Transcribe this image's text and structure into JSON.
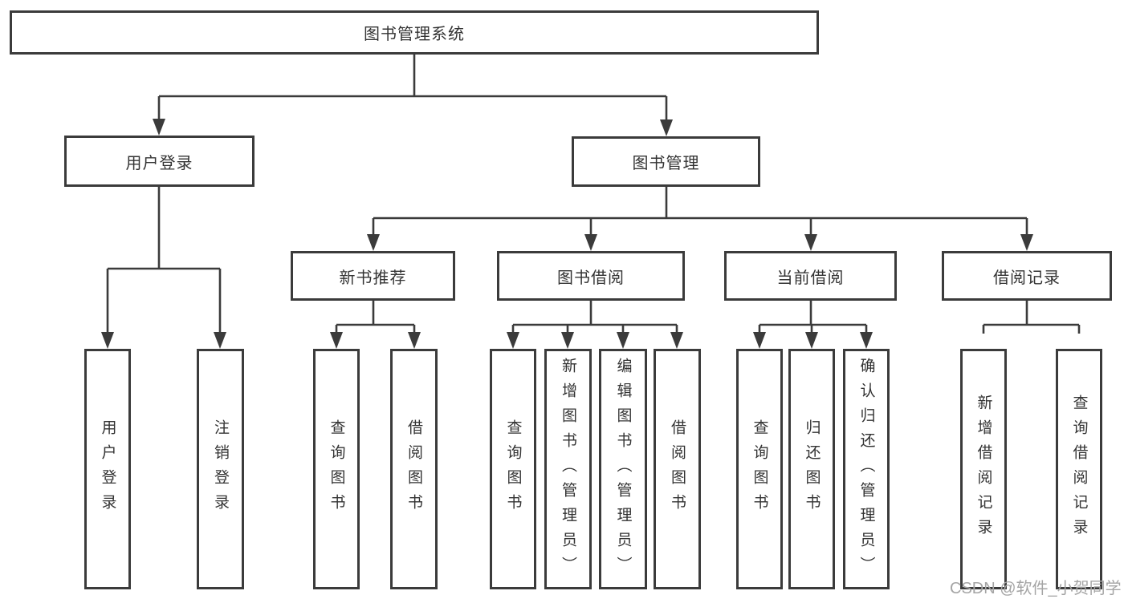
{
  "diagram": {
    "title": "图书管理系统",
    "watermark": "CSDN @软件_小贺同学",
    "colors": {
      "border": "#3b3b3b",
      "line": "#3b3b3b",
      "text": "#333333",
      "watermark": "#a5a5a5",
      "background": "#ffffff"
    },
    "nodes": {
      "root": {
        "label": "图书管理系统"
      },
      "user_login": {
        "label": "用户登录"
      },
      "book_mgmt": {
        "label": "图书管理"
      },
      "user_login_action": {
        "label": "用户登录"
      },
      "logout_action": {
        "label": "注销登录"
      },
      "new_book_rec": {
        "label": "新书推荐"
      },
      "book_borrow": {
        "label": "图书借阅"
      },
      "current_borrow": {
        "label": "当前借阅"
      },
      "borrow_records": {
        "label": "借阅记录"
      },
      "rec_query_book": {
        "label": "查询图书"
      },
      "rec_borrow_book": {
        "label": "借阅图书"
      },
      "bb_query_book": {
        "label": "查询图书"
      },
      "bb_add_book": {
        "label": "新增图书（管理员）"
      },
      "bb_edit_book": {
        "label": "编辑图书（管理员）"
      },
      "bb_borrow_book": {
        "label": "借阅图书"
      },
      "cb_query_book": {
        "label": "查询图书"
      },
      "cb_return_book": {
        "label": "归还图书"
      },
      "cb_confirm_return": {
        "label": "确认归还（管理员）"
      },
      "br_add_record": {
        "label": "新增借阅记录"
      },
      "br_query_record": {
        "label": "查询借阅记录"
      }
    },
    "hierarchy": {
      "图书管理系统": {
        "用户登录": [
          "用户登录",
          "注销登录"
        ],
        "图书管理": {
          "新书推荐": [
            "查询图书",
            "借阅图书"
          ],
          "图书借阅": [
            "查询图书",
            "新增图书（管理员）",
            "编辑图书（管理员）",
            "借阅图书"
          ],
          "当前借阅": [
            "查询图书",
            "归还图书",
            "确认归还（管理员）"
          ],
          "借阅记录": [
            "新增借阅记录",
            "查询借阅记录"
          ]
        }
      }
    }
  }
}
